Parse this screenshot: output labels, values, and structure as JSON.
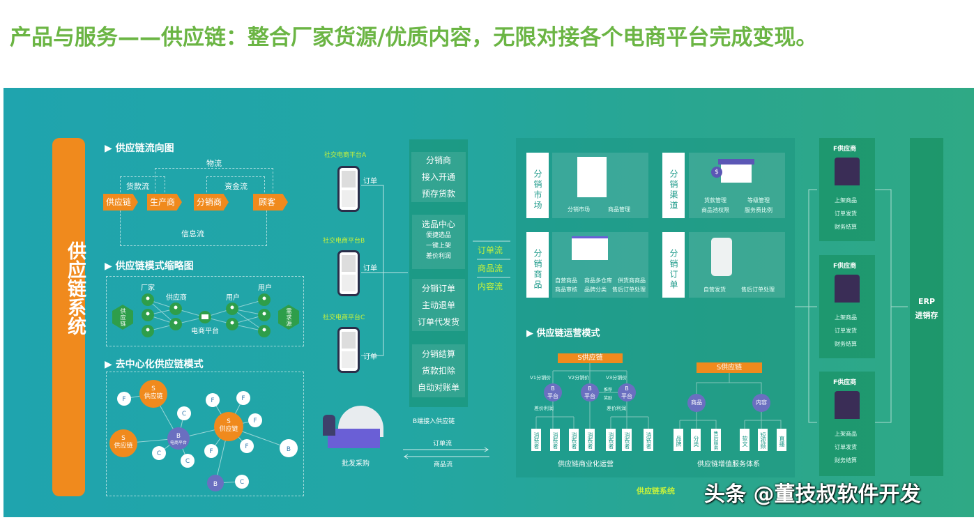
{
  "title": "产品与服务——供应链：整合厂家货源/优质内容，无限对接各个电商平台完成变现。",
  "sidebar_label": "供应链系统",
  "flow": {
    "heading": "供应链流向图",
    "nodes": [
      "供应链",
      "生产商",
      "分销商",
      "顾客"
    ],
    "logistics": "物流",
    "payment": "货款流",
    "capital": "资金流",
    "info": "信息流"
  },
  "mode": {
    "heading": "供应链模式缩略图",
    "left_hex": "供应链",
    "right_hex": "需求源",
    "factory": "厂家",
    "supplier": "供应商",
    "platform": "电商平台",
    "user_mid": "用户",
    "user_right": "用户"
  },
  "decentral": {
    "heading": "去中心化供应链模式",
    "s_label": "S",
    "s_text": "供应链",
    "b_label": "B",
    "b_text": "电商平台",
    "f": "F",
    "c": "C"
  },
  "social": {
    "platforms": [
      "社交电商平台A",
      "社交电商平台B",
      "社交电商平台C"
    ],
    "order": "订单"
  },
  "center": {
    "box1": [
      "分销商",
      "接入开通",
      "预存货款"
    ],
    "box2": {
      "title": "选品中心",
      "items": [
        "便捷选品",
        "一键上架",
        "差价利润"
      ]
    },
    "box3": [
      "分销订单",
      "主动退单",
      "订单代发货"
    ],
    "box4": [
      "分销结算",
      "货款扣除",
      "自动对账单"
    ],
    "b_access": "B端接入供应链",
    "order_flow": "订单流",
    "goods_flow": "商品流",
    "wholesale": "批发采购"
  },
  "flows": [
    "订单流",
    "商品流",
    "内容流"
  ],
  "cards": [
    {
      "label": "分销市场",
      "items": [
        "分销市场",
        "商品管理"
      ]
    },
    {
      "label": "分销渠道",
      "items": [
        "货款管理",
        "等级管理",
        "商品池权限",
        "服务费比例"
      ]
    },
    {
      "label": "分销商品",
      "items": [
        "自营商品",
        "商品多仓库",
        "供货商商品",
        "商品审核",
        "品牌分类",
        "售后订单处理"
      ]
    },
    {
      "label": "分销订单",
      "items": [
        "自营发货",
        "售后订单处理"
      ]
    }
  ],
  "ops": {
    "heading": "供应链运营模式",
    "s_chain": "S供应链",
    "v_prices": [
      "V1分销价",
      "V2分销价",
      "V3分销价"
    ],
    "b_platform": "B\n平台",
    "recommend": "推荐",
    "reward": "奖励",
    "margin": "差价利润",
    "consumer": "消费者",
    "left_caption": "供应链商业化运营",
    "product": "商品",
    "content": "内容",
    "product_items": [
      "品牌",
      "分类",
      "售后服务"
    ],
    "content_items": [
      "软文",
      "短视频",
      "直播"
    ],
    "right_caption": "供应链增值服务体系"
  },
  "f_suppliers": {
    "title": "F供应商",
    "items": [
      "上架商品",
      "订单发货",
      "财务结算"
    ]
  },
  "erp": {
    "line1": "ERP",
    "line2": "进销存"
  },
  "footer_label": "供应链系统",
  "watermark": "头条 @董技叔软件开发",
  "colors": {
    "title_green": "#6bb544",
    "orange": "#f08a1d",
    "teal": "#22a6a4",
    "accent_yellow_green": "#c8f23a",
    "purple": "#6a6fc0"
  }
}
